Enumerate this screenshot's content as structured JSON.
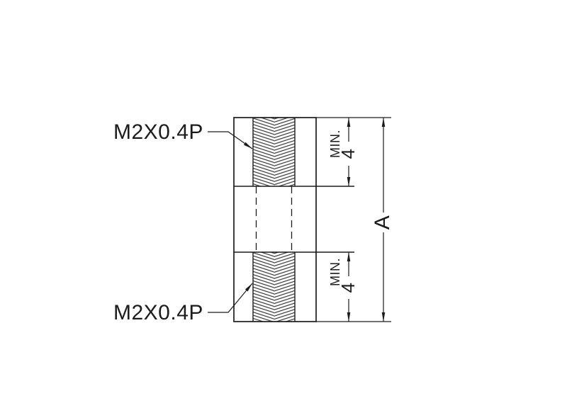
{
  "drawing": {
    "background_color": "#ffffff",
    "line_color": "#1c1c1c",
    "callouts": {
      "top": "M2X0.4P",
      "bottom": "M2X0.4P"
    },
    "dimensions": {
      "top_thread_depth": {
        "qualifier": "MIN.",
        "value": "4"
      },
      "bottom_thread_depth": {
        "qualifier": "MIN.",
        "value": "4"
      },
      "overall_length": {
        "value": "A"
      }
    }
  }
}
